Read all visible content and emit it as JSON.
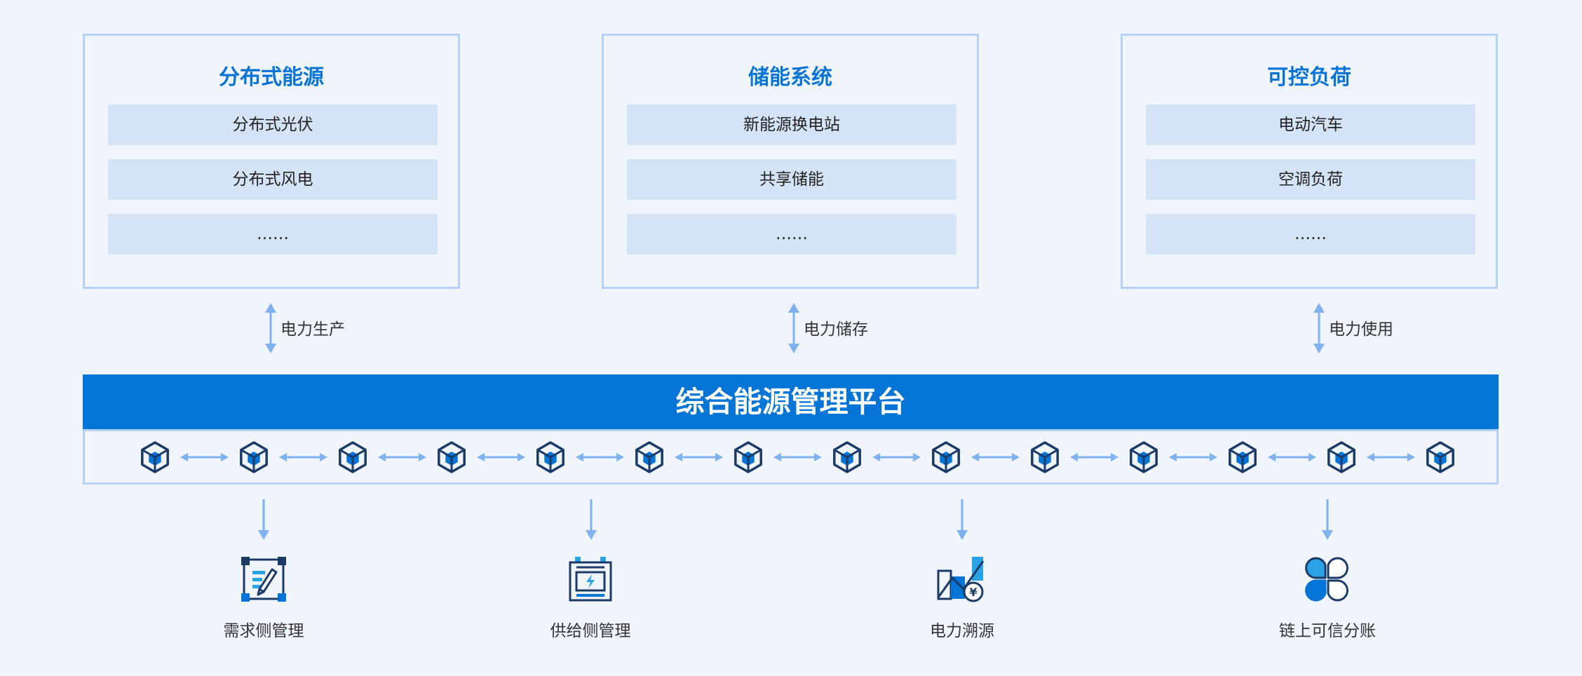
{
  "top_boxes": [
    {
      "title": "分布式能源",
      "items": [
        "分布式光伏",
        "分布式风电",
        "……"
      ]
    },
    {
      "title": "储能系统",
      "items": [
        "新能源换电站",
        "共享储能",
        "……"
      ]
    },
    {
      "title": "可控负荷",
      "items": [
        "电动汽车",
        "空调负荷",
        "……"
      ]
    }
  ],
  "flows": [
    "电力生产",
    "电力储存",
    "电力使用"
  ],
  "platform": {
    "title": "综合能源管理平台",
    "node_count": 14
  },
  "features": [
    {
      "label": "需求侧管理",
      "icon": "edit-document-icon"
    },
    {
      "label": "供给侧管理",
      "icon": "battery-monitor-icon"
    },
    {
      "label": "电力溯源",
      "icon": "chart-yuan-icon"
    },
    {
      "label": "链上可信分账",
      "icon": "petals-icon"
    }
  ],
  "colors": {
    "accent": "#0474d6",
    "title": "#0a74d6",
    "border": "#b5d1f5",
    "arrow": "#7fb2ee",
    "item_bg": "#d5e3f6",
    "icon_dark": "#1b3a66"
  }
}
